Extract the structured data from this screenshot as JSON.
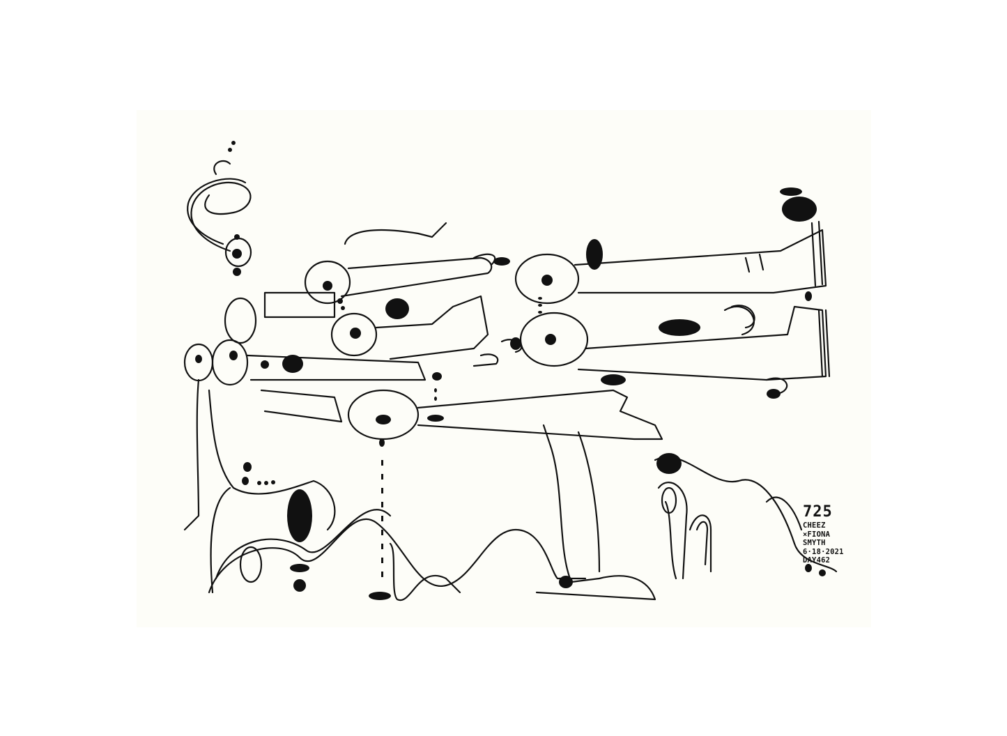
{
  "artwork": {
    "signature": {
      "number": "725",
      "lines": [
        "CHEEZ",
        "×FIONA",
        "SMYTH",
        "6·18·2021",
        "DAY462"
      ]
    }
  },
  "colors": {
    "ink": "#111111",
    "paper": "#fdfdf8",
    "mat": "#ffffff"
  }
}
